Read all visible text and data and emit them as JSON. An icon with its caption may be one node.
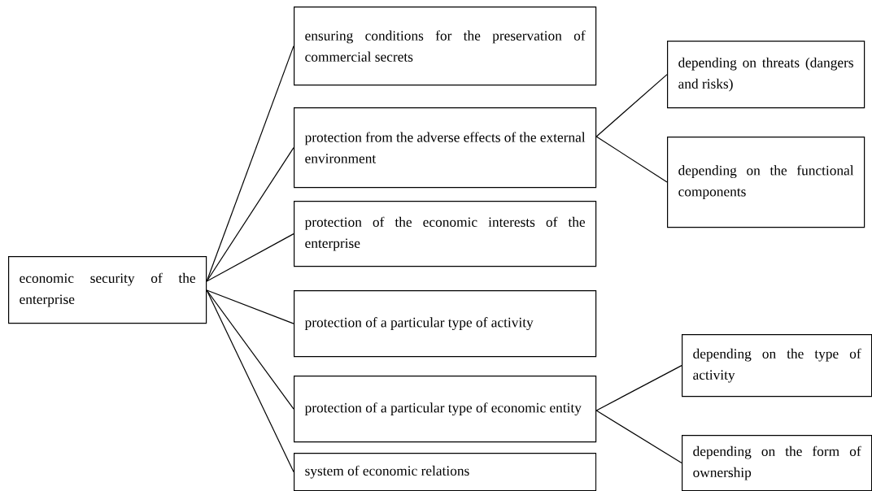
{
  "diagram": {
    "nodes": [
      {
        "text": [
          "economic security of the enterprise"
        ]
      },
      {
        "text": [
          "ensuring conditions for the preservation of commercial secrets"
        ]
      },
      {
        "text": [
          "protection from the adverse effects of the external environment"
        ]
      },
      {
        "text": [
          "protection of the economic interests of the enterprise"
        ]
      },
      {
        "text": [
          "protection of a particular type of activity"
        ]
      },
      {
        "text": [
          "protection of a particular type of economic entity"
        ]
      },
      {
        "text": [
          "system of economic relations"
        ]
      },
      {
        "text": [
          "depending on threats (dangers and risks)"
        ]
      },
      {
        "text": [
          "depending on the functional components"
        ]
      },
      {
        "text": [
          "depending on the type of activity"
        ]
      },
      {
        "text": [
          "depending on the form of ownership"
        ]
      }
    ],
    "edges": [
      {
        "from": 0,
        "to": 1,
        "arrow": "none"
      },
      {
        "from": 0,
        "to": 2,
        "arrow": "none"
      },
      {
        "from": 0,
        "to": 3,
        "arrow": "none"
      },
      {
        "from": 0,
        "to": 4,
        "arrow": "none"
      },
      {
        "from": 0,
        "to": 5,
        "arrow": "none"
      },
      {
        "from": 0,
        "to": 6,
        "arrow": "none"
      },
      {
        "from": 2,
        "to": 7,
        "arrow": "none"
      },
      {
        "from": 2,
        "to": 8,
        "arrow": "none"
      },
      {
        "from": 5,
        "to": 9,
        "arrow": "none"
      },
      {
        "from": 5,
        "to": 10,
        "arrow": "none"
      }
    ]
  }
}
